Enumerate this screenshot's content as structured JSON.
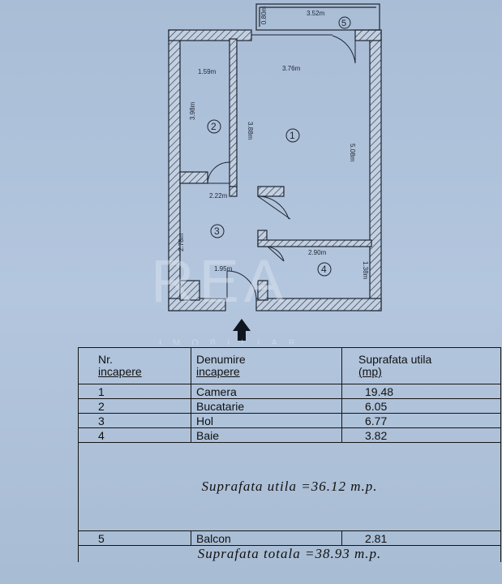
{
  "plan": {
    "rooms": [
      {
        "num": "1",
        "dims": [
          "3.76m",
          "3.88m",
          "5.08m"
        ]
      },
      {
        "num": "2",
        "dims": [
          "1.59m",
          "3.98m"
        ]
      },
      {
        "num": "3",
        "dims": [
          "2.22m",
          "2.78m",
          "1.95m"
        ]
      },
      {
        "num": "4",
        "dims": [
          "2.90m",
          "1.38m"
        ]
      },
      {
        "num": "5",
        "dims": [
          "3.52m",
          "0.80m"
        ]
      }
    ],
    "watermark": "REA",
    "watermark_sub": "IMOBILIAR"
  },
  "table": {
    "headers": {
      "nr_line1": "Nr.",
      "nr_line2": "incapere",
      "name_line1": "Denumire",
      "name_line2": "incapere",
      "area_line1": "Suprafata utila",
      "area_line2": "(mp)"
    },
    "rows": [
      {
        "nr": "1",
        "name": "Camera",
        "area": "19.48"
      },
      {
        "nr": "2",
        "name": "Bucatarie",
        "area": "6.05"
      },
      {
        "nr": "3",
        "name": "Hol",
        "area": "6.77"
      },
      {
        "nr": "4",
        "name": "Baie",
        "area": "3.82"
      }
    ],
    "subtotal": "Suprafata utila =36.12 m.p.",
    "balcony": {
      "nr": "5",
      "name": "Balcon",
      "area": "2.81"
    },
    "total": "Suprafata totala =38.93 m.p."
  }
}
